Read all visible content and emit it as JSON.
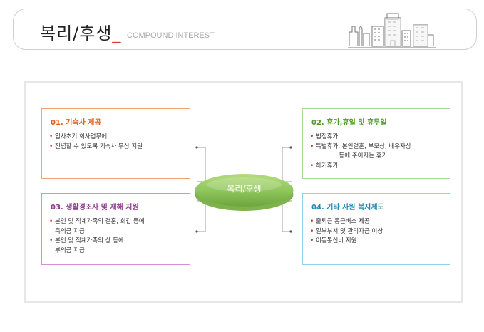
{
  "header": {
    "title": "복리/후생",
    "title_underscore": "_",
    "subtitle": "COMPOUND INTEREST"
  },
  "center": {
    "label": "복리/후생"
  },
  "boxes": [
    {
      "title": "01. 기숙사 제공",
      "items": [
        "입사초기 회사업무에",
        "전념할 수 있도록 기숙사 무상 지원"
      ]
    },
    {
      "title": "02. 휴가,휴일 및 휴무일",
      "items": [
        "법정휴가",
        "특별휴가: 본인결혼, 부모상, 배우자상\n            등에 주어지는 휴가",
        "하기휴가"
      ]
    },
    {
      "title": "03. 생활경조사 및 재해 지원",
      "items": [
        "본인 및 직계가족의 결혼, 회갑 등에\n축의금 지급",
        "본인 및 직계가족의 상 등에\n부의금 지급"
      ]
    },
    {
      "title": "04. 기타 사원 복지제도",
      "items": [
        "출퇴근 통근버스 제공",
        "일부부서 및 관리자급 이상",
        "이동통신비 지원"
      ]
    }
  ],
  "colors": {
    "accent_red": "#d83a2f",
    "box1": "#f0a470",
    "box2": "#a8d891",
    "box3": "#d88ed6",
    "box4": "#90d3e7",
    "center_green": "#8cc45a"
  }
}
